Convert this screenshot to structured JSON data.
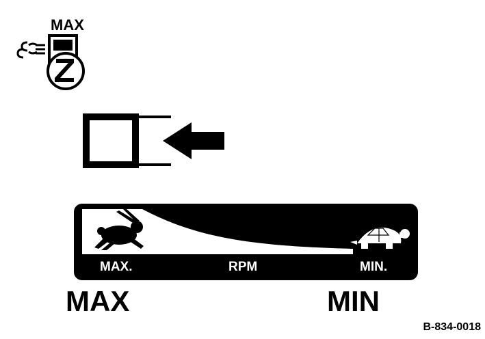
{
  "engine_icon": {
    "label": "MAX",
    "icon": "engine-choke-max-icon"
  },
  "choke_symbol": {
    "icon": "choke-lever-arrow-icon"
  },
  "throttle_decal": {
    "left_label": "MAX.",
    "center_label": "RPM",
    "right_label": "MIN.",
    "fast_icon": "rabbit-icon",
    "slow_icon": "turtle-icon",
    "background_color": "#000000",
    "wedge_color": "#ffffff"
  },
  "labels": {
    "max": "MAX",
    "min": "MIN"
  },
  "part_code": "B-834-0018"
}
